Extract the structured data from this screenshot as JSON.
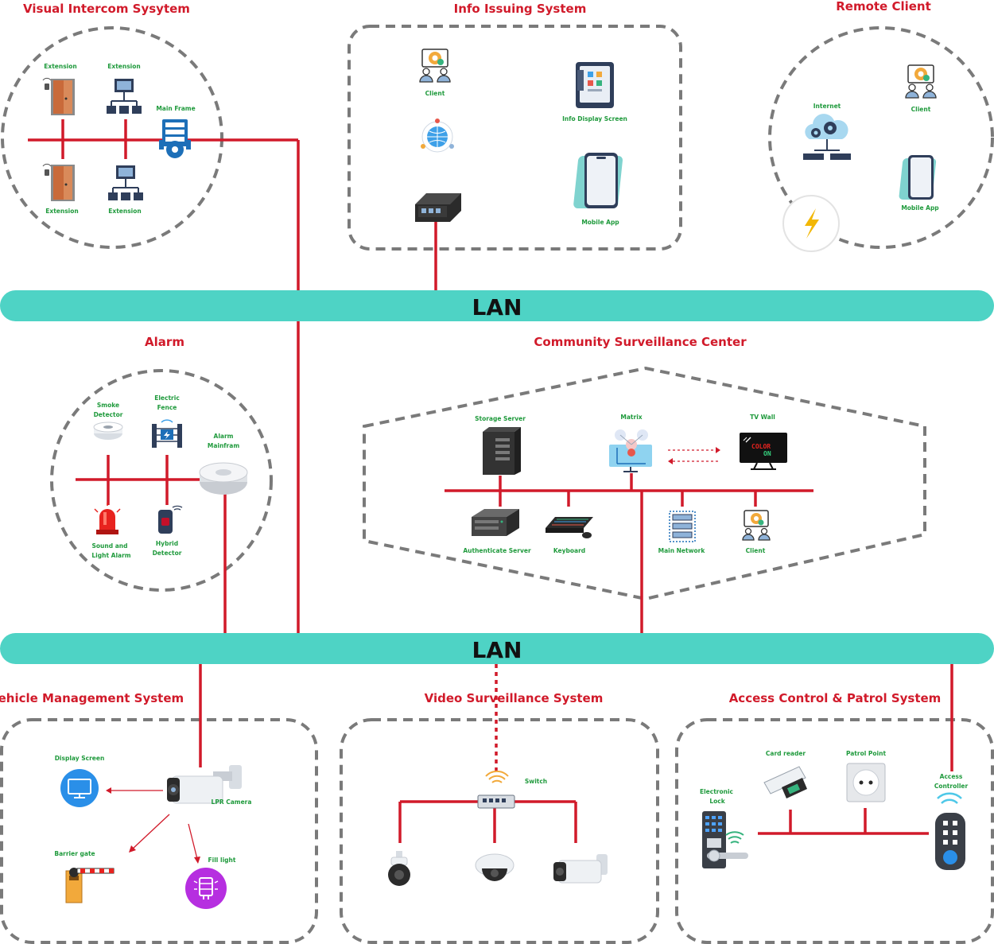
{
  "colors": {
    "accent": "#d11a2a",
    "lan": "#4ed3c5",
    "label": "#1f9a3c",
    "dashed": "#7a7a7a"
  },
  "lan": {
    "top": "LAN",
    "bottom": "LAN"
  },
  "sections": {
    "intercom": {
      "title": "Visual Intercom Sysytem",
      "labels": {
        "ext1": "Extension",
        "ext2": "Extension",
        "ext3": "Extension",
        "ext4": "Extension",
        "main": "Main Frame"
      }
    },
    "info": {
      "title": "Info Issuing System",
      "labels": {
        "client": "Client",
        "display": "Info  Display Screen",
        "mobile": "Mobile App"
      }
    },
    "remote": {
      "title": "Remote Client",
      "labels": {
        "internet": "Internet",
        "client": "Client",
        "mobile": "Mobile App"
      }
    },
    "alarm": {
      "title": "Alarm",
      "labels": {
        "smoke1": "Smoke",
        "smoke2": "Detector",
        "fence1": "Electric",
        "fence2": "Fence",
        "main1": "Alarm",
        "main2": "Mainfram",
        "sound1": "Sound and",
        "sound2": "Light Alarm",
        "hybrid1": "Hybrid",
        "hybrid2": "Detector"
      }
    },
    "surveillance": {
      "title": "Community Surveillance Center",
      "labels": {
        "storage": "Storage Server",
        "matrix": "Matrix",
        "tvwall": "TV Wall",
        "auth": "Authenticate Server",
        "keyboard": "Keyboard",
        "network": "Main Network",
        "client": "Client",
        "tv1": "COLOR",
        "tv2": "ON"
      }
    },
    "vehicle": {
      "title": "Vehicle Management System",
      "labels": {
        "display": "Display Screen",
        "lpr": "LPR Camera",
        "barrier": "Barrier gate",
        "fill": "Fill light"
      }
    },
    "video": {
      "title": "Video Surveillance System",
      "labels": {
        "switch": "Switch"
      }
    },
    "access": {
      "title": "Access Control & Patrol System",
      "labels": {
        "card": "Card reader",
        "patrol": "Patrol Point",
        "lock1": "Electronic",
        "lock2": "Lock",
        "controller1": "Access",
        "controller2": "Controller"
      }
    }
  },
  "icons": [
    "door-icon",
    "computer-network-icon",
    "server-gear-icon",
    "client-gear-icon",
    "globe-network-icon",
    "tablet-icon",
    "phone-icon",
    "switch-icon",
    "cloud-gear-icon",
    "lightning-icon",
    "smoke-detector-icon",
    "electric-fence-icon",
    "alarm-mainframe-icon",
    "siren-icon",
    "hybrid-detector-icon",
    "storage-server-icon",
    "matrix-icon",
    "tv-wall-icon",
    "rack-server-icon",
    "keyboard-icon",
    "main-network-icon",
    "monitor-icon",
    "bullet-camera-icon",
    "barrier-gate-icon",
    "fill-light-icon",
    "ptz-camera-icon",
    "dome-camera-icon",
    "card-reader-icon",
    "socket-icon",
    "electronic-lock-icon",
    "remote-controller-icon"
  ]
}
